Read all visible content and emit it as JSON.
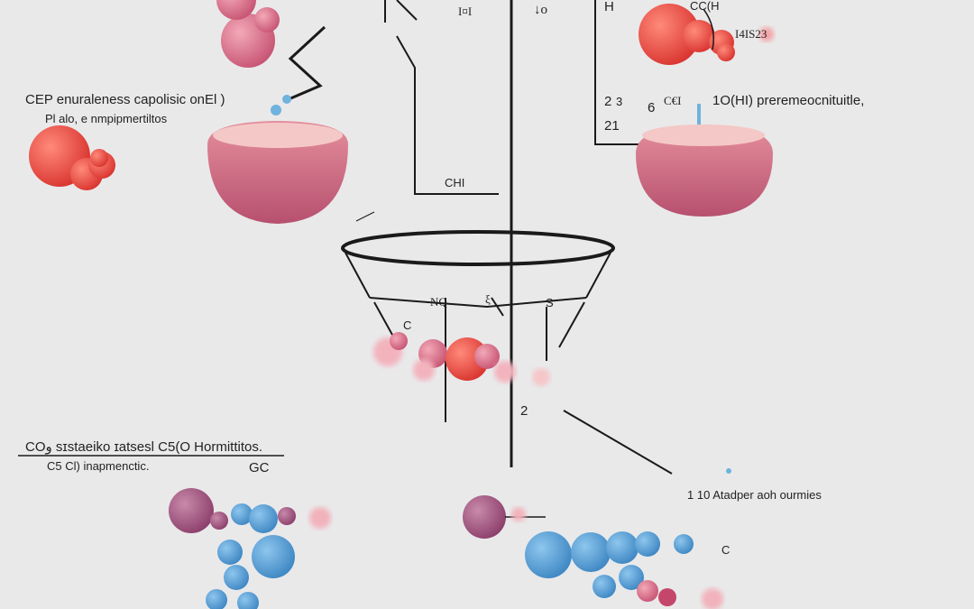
{
  "colors": {
    "background": "#e9e9ea",
    "line": "#1a1a1a",
    "red_sphere": "#e8504a",
    "pink_sphere": "#d77a8c",
    "purple_sphere": "#a3587f",
    "blue_sphere": "#5aa2d6",
    "flask_fill": "#d0677c",
    "flask_top": "#f3c6c4"
  },
  "labels": {
    "top_left_line1": "CEP enuraleness capolisic onEl )",
    "top_left_line2": "Pl alo, e nmpipmertiltos",
    "top_center_1": "I¤I",
    "top_center_2": "↓o",
    "top_right_h": "H",
    "top_right_c": "CC(H",
    "top_right_code": "I4IS23",
    "right_num_2": "2",
    "right_num_3": "3",
    "right_num_21": "21",
    "right_num_6": "6",
    "right_ch": "C€I",
    "right_text": "1O(HI) preremeocnituitle,",
    "center_ch": "CHI",
    "funnel_n": "NQ",
    "funnel_c": "C",
    "funnel_s": "S",
    "funnel_mid": "ξ",
    "axis_2": "2",
    "bottom_left_line1": "COو sɪstaeiko ɪatsesl C5(O Hormittitos.",
    "bottom_left_line2": "C5 Cl) inapmenctic.",
    "bottom_gc": "GC",
    "bottom_right_text": "1 10 Atadper aoh ourmies",
    "bottom_right_small": "C"
  }
}
